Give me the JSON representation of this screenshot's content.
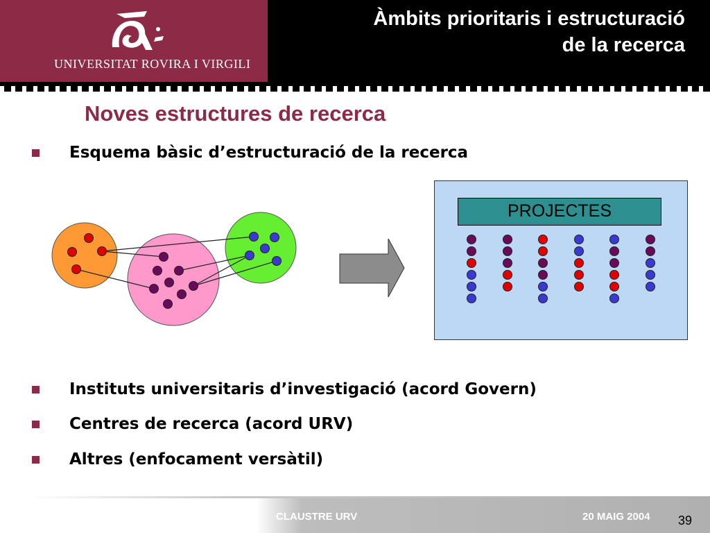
{
  "header": {
    "university_name": "UNIVERSITAT ROVIRA I VIRGILI",
    "title_line1": "Àmbits prioritaris i estructuració",
    "title_line2": "de la recerca"
  },
  "section_heading": "Noves estructures de recerca",
  "bullets": [
    "Esquema bàsic d’estructuració de la recerca",
    "Instituts universitaris d’investigació (acord Govern)",
    "Centres de recerca (acord URV)",
    "Altres (enfocament versàtil)"
  ],
  "diagram": {
    "projects_label": "PROJECTES",
    "colors": {
      "red_dot": "#e00000",
      "purple_dot": "#6a0a5a",
      "blue_dot": "#3a3ad0",
      "orange_group": "#ff9933",
      "pink_group": "#ff99cc",
      "green_group": "#66ee33",
      "panel_bg": "#bcd8f4",
      "label_bg": "#2d8f8f",
      "arrow": "#8c8c8c"
    },
    "project_columns": [
      [
        "purple",
        "purple",
        "red",
        "blue",
        "blue",
        "blue"
      ],
      [
        "purple",
        "purple",
        "purple",
        "red",
        "red"
      ],
      [
        "red",
        "red",
        "purple",
        "purple",
        "blue",
        "blue"
      ],
      [
        "blue",
        "blue",
        "red",
        "red",
        "red"
      ],
      [
        "blue",
        "purple",
        "purple",
        "red",
        "red",
        "blue"
      ],
      [
        "purple",
        "purple",
        "blue",
        "blue",
        "blue"
      ]
    ]
  },
  "footer": {
    "left_text": "CLAUSTRE URV",
    "date": "20 MAIG 2004",
    "page_number": "39"
  },
  "brand_colors": {
    "maroon": "#8d2a46",
    "header_black": "#000000"
  }
}
